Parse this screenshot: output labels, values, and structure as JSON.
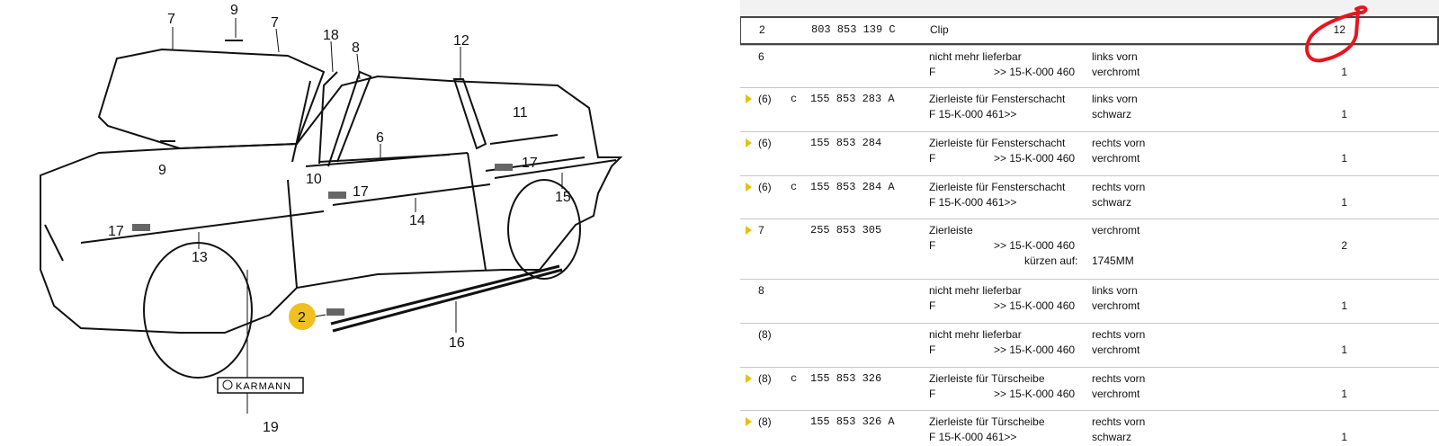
{
  "diagram": {
    "callouts": [
      "7",
      "9",
      "7",
      "18",
      "8",
      "12",
      "11",
      "6",
      "9",
      "10",
      "17",
      "17",
      "15",
      "14",
      "17",
      "13",
      "2",
      "16",
      "19"
    ],
    "highlighted_callout": "2",
    "plate_text": "KARMANN",
    "highlight_color": "#f0c020",
    "annotation_color": "#e8141e"
  },
  "table": {
    "rows": [
      {
        "arrow": false,
        "pos": "2",
        "c": "",
        "part": "803 853 139 C",
        "desc": "Clip",
        "info": "",
        "f": "",
        "from": "",
        "qty": "12",
        "selected": true
      },
      {
        "arrow": false,
        "pos": "6",
        "c": "",
        "part": "",
        "desc": "nicht mehr lieferbar",
        "info": "links vorn",
        "f": "F",
        "from": ">> 15-K-000 460",
        "info2": "verchromt",
        "qty": "1"
      },
      {
        "arrow": true,
        "pos": "(6)",
        "c": "c",
        "part": "155 853 283 A",
        "desc": "Zierleiste für Fensterschacht",
        "info": "links vorn",
        "f": "F 15-K-000 461>>",
        "from": "",
        "info2": "schwarz",
        "qty": "1"
      },
      {
        "arrow": true,
        "pos": "(6)",
        "c": "",
        "part": "155 853 284",
        "desc": "Zierleiste für Fensterschacht",
        "info": "rechts vorn",
        "f": "F",
        "from": ">> 15-K-000 460",
        "info2": "verchromt",
        "qty": "1"
      },
      {
        "arrow": true,
        "pos": "(6)",
        "c": "c",
        "part": "155 853 284 A",
        "desc": "Zierleiste für Fensterschacht",
        "info": "rechts vorn",
        "f": "F 15-K-000 461>>",
        "from": "",
        "info2": "schwarz",
        "qty": "1"
      },
      {
        "arrow": true,
        "pos": "7",
        "c": "",
        "part": "255 853 305",
        "desc": "Zierleiste",
        "info": "verchromt",
        "f": "F",
        "from": ">> 15-K-000 460",
        "info2": "",
        "kuerzen_label": "kürzen auf:",
        "kuerzen_value": "1745MM",
        "qty": "2"
      },
      {
        "arrow": false,
        "pos": "8",
        "c": "",
        "part": "",
        "desc": "nicht mehr lieferbar",
        "info": "links vorn",
        "f": "F",
        "from": ">> 15-K-000 460",
        "info2": "verchromt",
        "qty": "1"
      },
      {
        "arrow": false,
        "pos": "(8)",
        "c": "",
        "part": "",
        "desc": "nicht mehr lieferbar",
        "info": "rechts vorn",
        "f": "F",
        "from": ">> 15-K-000 460",
        "info2": "verchromt",
        "qty": "1"
      },
      {
        "arrow": true,
        "pos": "(8)",
        "c": "c",
        "part": "155 853 326",
        "desc": "Zierleiste für Türscheibe",
        "info": "rechts vorn",
        "f": "F",
        "from": ">> 15-K-000 460",
        "info2": "verchromt",
        "qty": "1"
      },
      {
        "arrow": true,
        "pos": "(8)",
        "c": "",
        "part": "155 853 326 A",
        "desc": "Zierleiste für Türscheibe",
        "info": "rechts vorn",
        "f": "F 15-K-000 461>>",
        "from": "",
        "info2": "schwarz",
        "qty": "1"
      }
    ]
  }
}
